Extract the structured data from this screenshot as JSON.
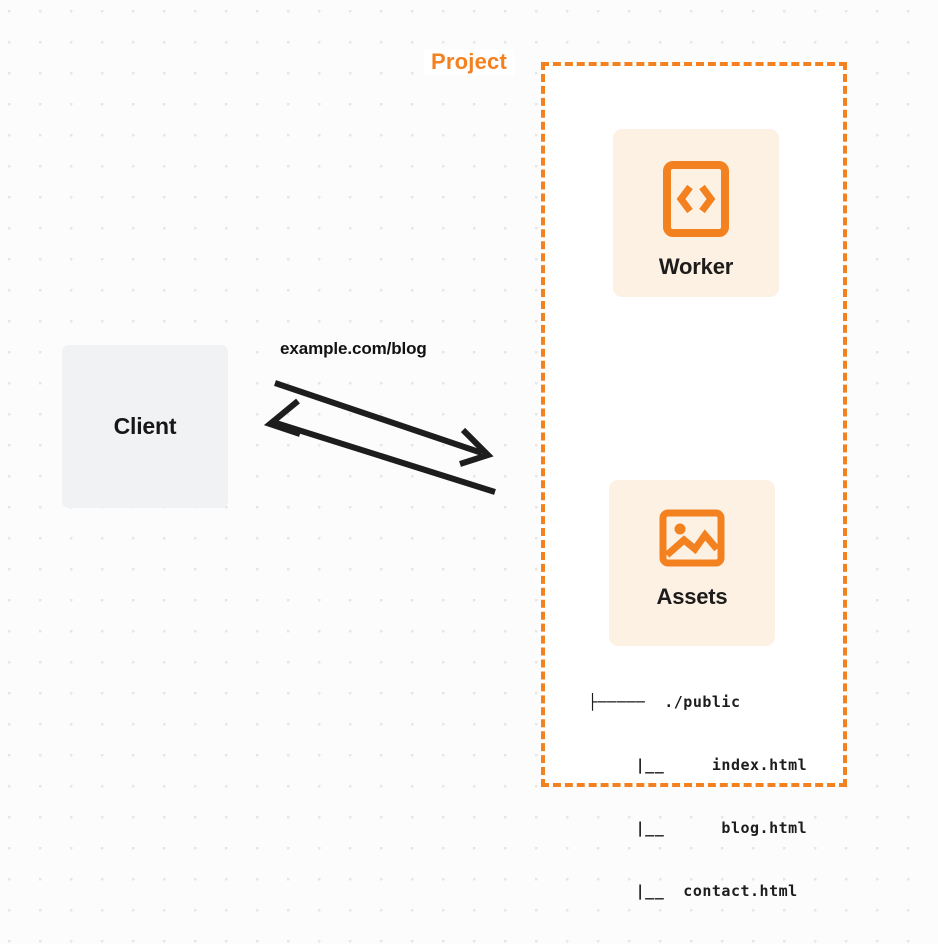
{
  "canvas": {
    "background_color": "#fcfcfc",
    "dot_grid_color": "#e6e6e6"
  },
  "colors": {
    "accent_orange": "#f48120",
    "card_background": "#fdf1e4",
    "client_background": "#f1f2f4",
    "text_dark": "#1d1c1a"
  },
  "client": {
    "label": "Client"
  },
  "connection": {
    "label": "example.com/blog",
    "request_direction": "right",
    "response_direction": "left"
  },
  "project": {
    "title": "Project",
    "services": [
      {
        "label": "Worker",
        "icon": "code-brackets-icon"
      },
      {
        "label": "Assets",
        "icon": "image-icon"
      }
    ],
    "file_tree": [
      "├─────  ./public",
      "     |__     index.html",
      "     |__      blog.html",
      "     |__  contact.html"
    ]
  }
}
